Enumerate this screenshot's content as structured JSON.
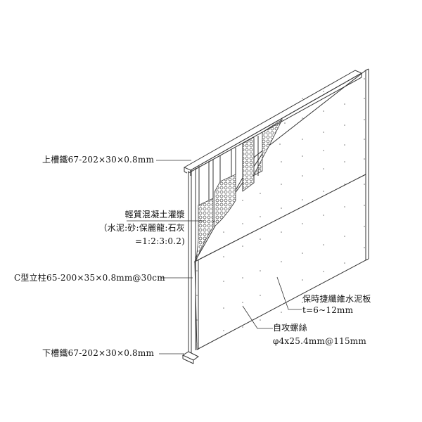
{
  "diagram": {
    "title": "",
    "type": "isometric light-gauge steel partition wall detail",
    "colors": {
      "line": "#333333",
      "background": "#ffffff",
      "text": "#111111"
    }
  },
  "labels": {
    "top_track": "上槽鐵67-202×30×0.8mm",
    "infill_line1": "輕質混凝土灌漿",
    "infill_line2": "（水泥:砂:保麗龍:石灰",
    "infill_line3": "=1:2:3:0.2)",
    "stud": "C型立柱65-200×35×0.8mm@30cm",
    "bottom_track": "下槽鐵67-202×30×0.8mm",
    "board_line1": "保時捷纖維水泥板",
    "board_line2": "t=6~12mm",
    "screw_line1": "自攻螺絲",
    "screw_line2": "φ4x25.4mm@115mm"
  }
}
